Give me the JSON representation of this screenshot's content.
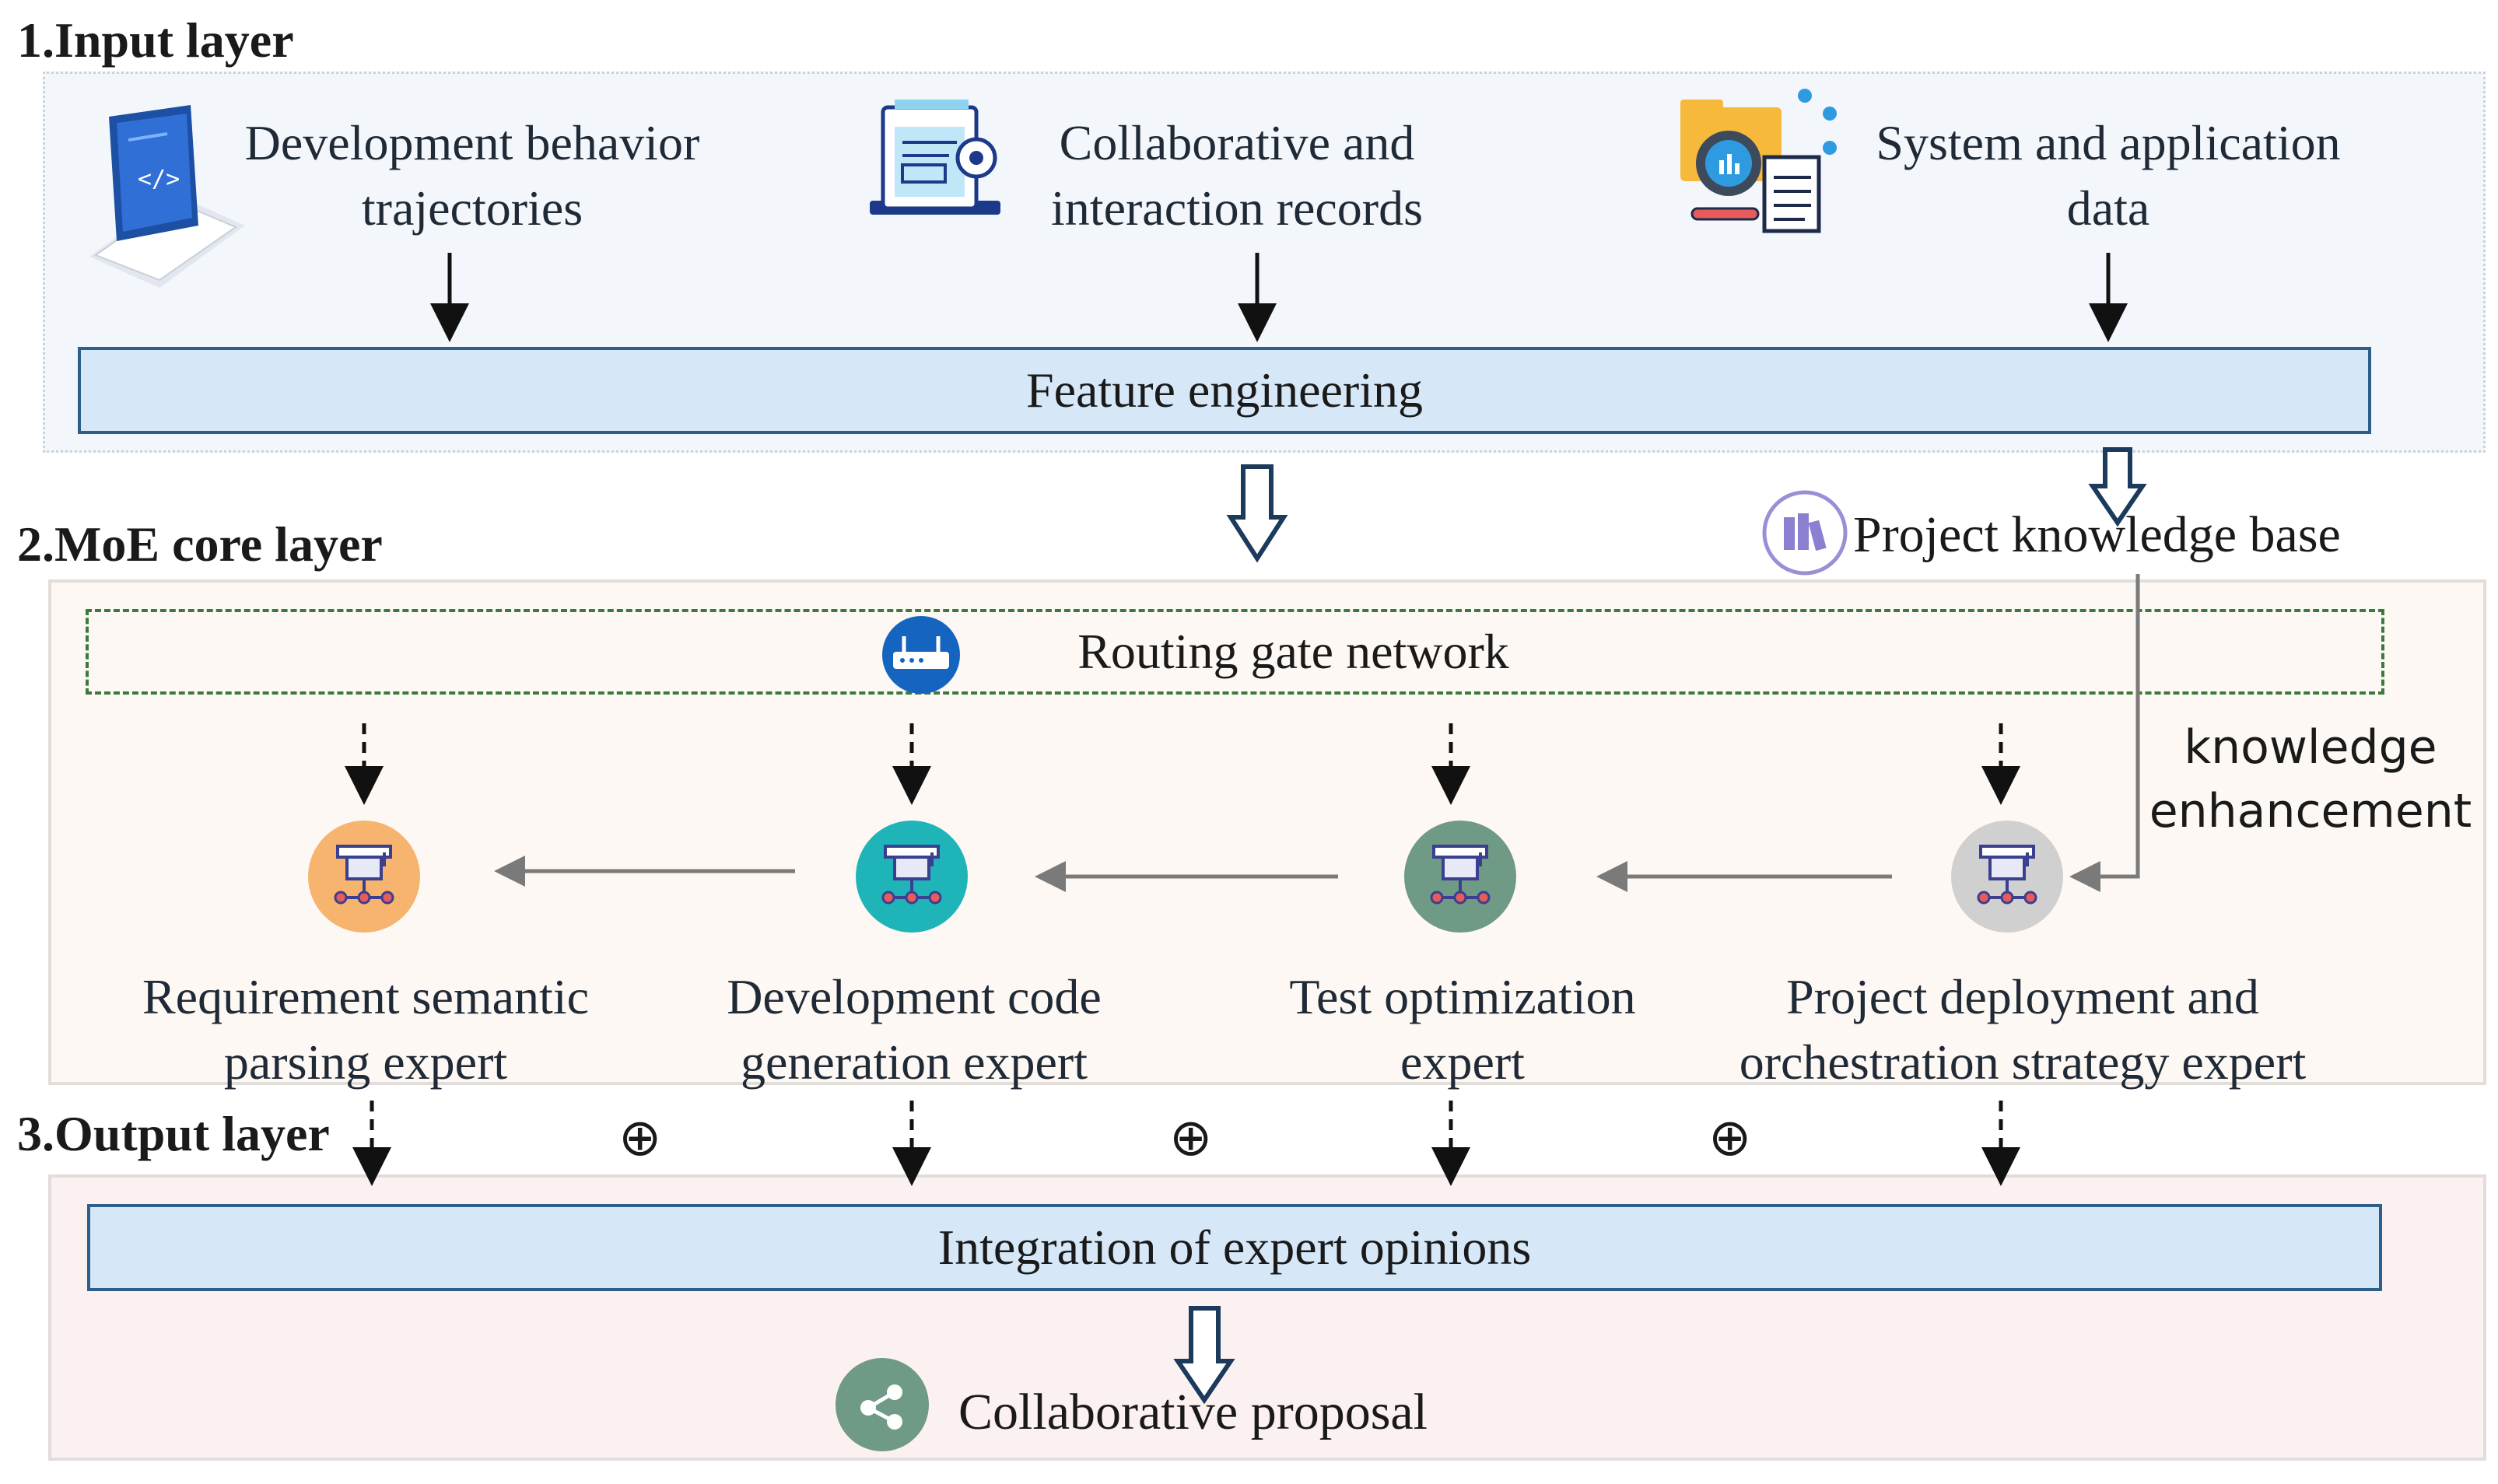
{
  "sections": {
    "input_title": "1.Input layer",
    "moe_title": "2.MoE core layer",
    "output_title": "3.Output layer"
  },
  "input": {
    "sources": [
      {
        "line1": "Development behavior",
        "line2": "trajectories",
        "icon": "laptop-code-icon"
      },
      {
        "line1": "Collaborative and",
        "line2": "interaction records",
        "icon": "document-gear-icon"
      },
      {
        "line1": "System and application",
        "line2": "data",
        "icon": "folder-chart-icon"
      }
    ],
    "feature_box": "Feature engineering"
  },
  "moe": {
    "knowledge_base": "Project knowledge base",
    "routing": "Routing gate network",
    "enhancement_line1": "knowledge",
    "enhancement_line2": "enhancement",
    "experts": [
      {
        "line1": "Requirement semantic",
        "line2": "parsing expert",
        "color": "#f7b46e"
      },
      {
        "line1": "Development code",
        "line2": "generation expert",
        "color": "#1fb5b8"
      },
      {
        "line1": "Test optimization",
        "line2": "expert",
        "color": "#6f9a86"
      },
      {
        "line1": "Project deployment and",
        "line2": "orchestration strategy expert",
        "color": "#cfcfcf"
      }
    ]
  },
  "output": {
    "plus_symbol": "⊕",
    "integration_box": "Integration of expert opinions",
    "proposal": "Collaborative proposal"
  },
  "colors": {
    "input_bg": "#f4f8fc",
    "moe_bg": "#fdf8f3",
    "output_bg": "#fcf1f1",
    "box_fill": "#d6e8f7",
    "box_border": "#2e5f8a",
    "arrow_dark": "#1b3a5c",
    "routing_border": "#3a7a3a",
    "routing_icon": "#1565c0",
    "proposal_icon": "#6f9a86"
  }
}
